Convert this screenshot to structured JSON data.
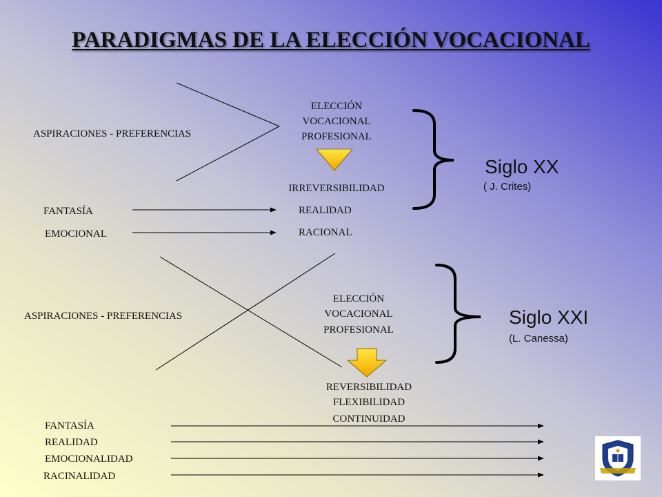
{
  "title": "PARADIGMAS DE LA ELECCIÓN VOCACIONAL",
  "siglo_xx": {
    "left_label": "ASPIRACIONES - PREFERENCIAS",
    "choice": [
      "ELECCIÓN",
      "VOCACIONAL",
      "PROFESIONAL"
    ],
    "result": "IRREVERSIBILIDAD",
    "rows": [
      {
        "from": "FANTASÍA",
        "to": "REALIDAD"
      },
      {
        "from": "EMOCIONAL",
        "to": "RACIONAL"
      }
    ],
    "period": "Siglo XX",
    "author": "( J. Crites)"
  },
  "siglo_xxi": {
    "left_label": "ASPIRACIONES - PREFERENCIAS",
    "choice": [
      "ELECCIÓN",
      "VOCACIONAL",
      "PROFESIONAL"
    ],
    "results": [
      "REVERSIBILIDAD",
      "FLEXIBILIDAD",
      "CONTINUIDAD"
    ],
    "rows": [
      "FANTASÍA",
      "REALIDAD",
      "EMOCIONALIDAD",
      "RACINALIDAD"
    ],
    "period": "Siglo XXI",
    "author": "(L. Canessa)"
  },
  "colors": {
    "arrow_fill_top": "#ffe640",
    "arrow_fill_bottom": "#f2a500",
    "line": "#000000",
    "logo_blue": "#1f3f8c"
  },
  "icons": {
    "down_arrow": "down-arrow-icon",
    "brace": "right-brace-icon",
    "logo": "university-seal-icon"
  }
}
